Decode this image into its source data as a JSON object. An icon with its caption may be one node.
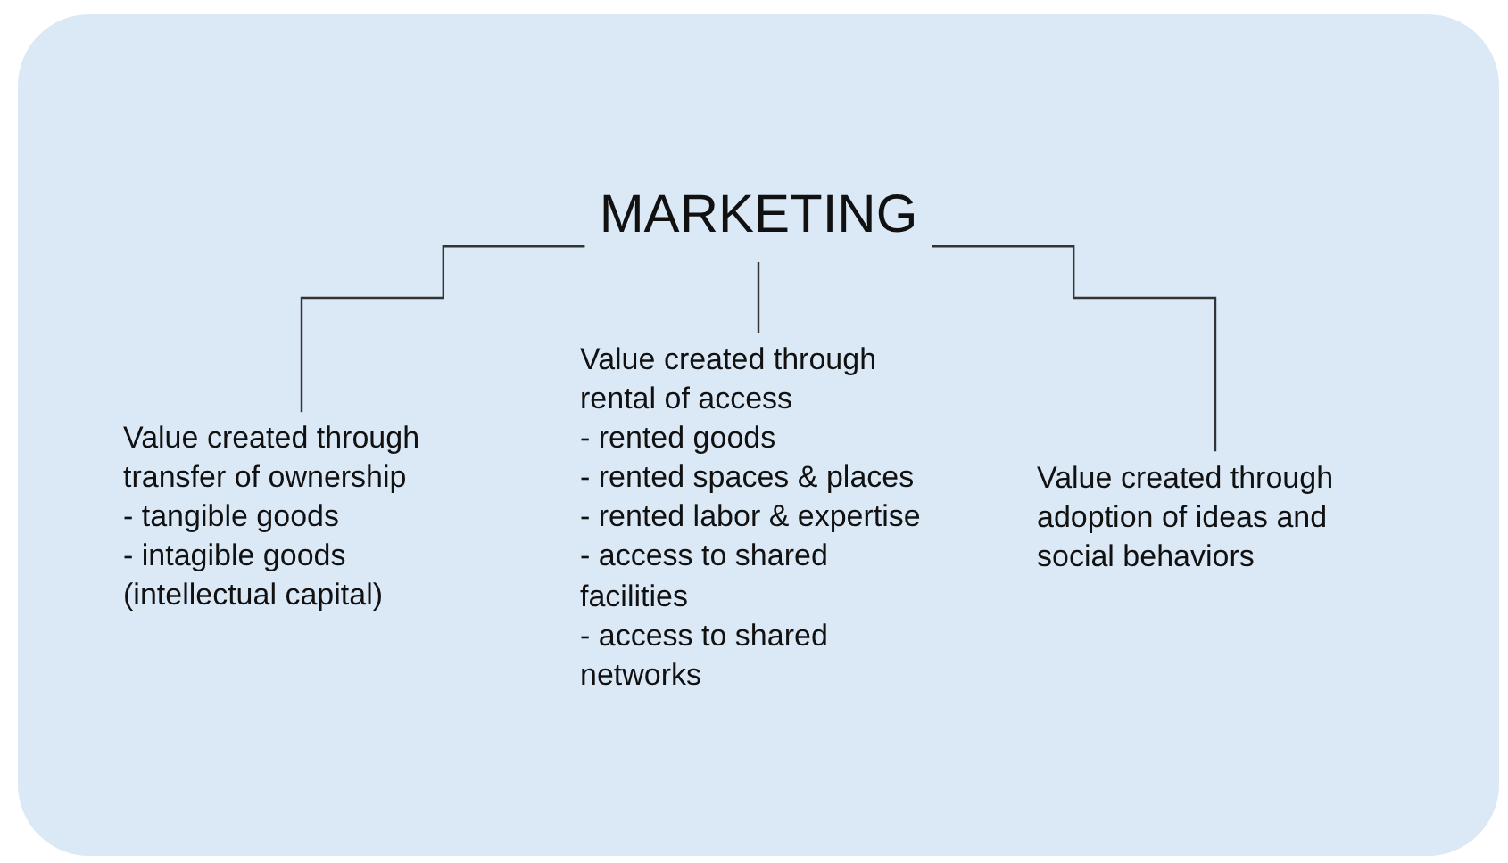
{
  "diagram": {
    "nodes": [
      {
        "text": [
          "MARKETING"
        ]
      },
      {
        "text": [
          "Value created through transfer of ownership",
          "- tangible goods",
          "- intagible goods (intellectual capital)"
        ]
      },
      {
        "text": [
          "Value created through rental of access",
          "- rented goods",
          "- rented spaces & places",
          "- rented labor & expertise",
          "- access to shared facilities",
          "- access to shared networks"
        ]
      },
      {
        "text": [
          "Value created through adoption of ideas and social behaviors"
        ]
      }
    ],
    "edges": [
      {
        "from": 0,
        "to": 1,
        "arrow": "none"
      },
      {
        "from": 0,
        "to": 2,
        "arrow": "none"
      },
      {
        "from": 0,
        "to": 3,
        "arrow": "none"
      }
    ]
  }
}
